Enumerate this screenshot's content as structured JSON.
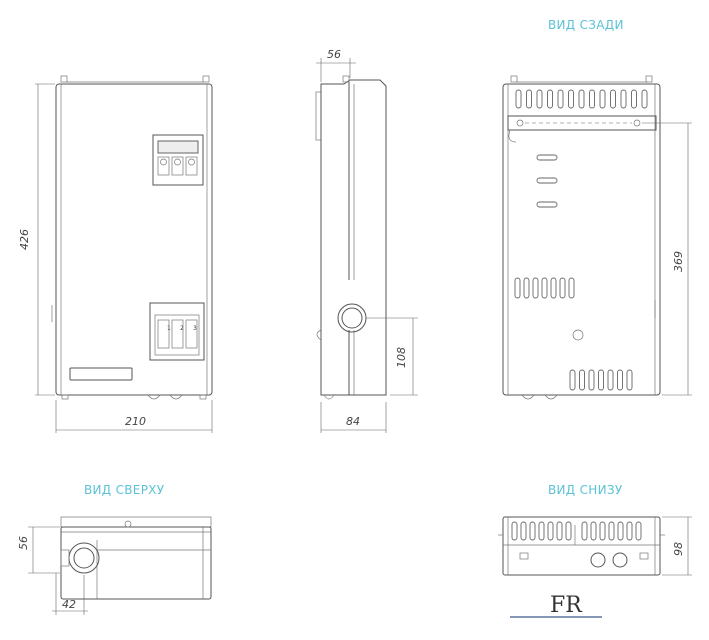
{
  "views": {
    "rear": "ВИД СЗАДИ",
    "top": "ВИД СВЕРХУ",
    "bottom": "ВИД СНИЗУ"
  },
  "dimensions": {
    "height": "426",
    "width": "210",
    "side_top": "56",
    "side_pipe_height": "108",
    "side_depth": "84",
    "rear_mount_height": "369",
    "top_depth": "56",
    "top_pipe_offset": "42",
    "bottom_depth": "98"
  },
  "panel": {
    "breaker_numbers": [
      "1",
      "2",
      "3"
    ]
  },
  "logo": {
    "text": "FR"
  },
  "colors": {
    "label": "#5bc2d6",
    "line": "#555555"
  }
}
